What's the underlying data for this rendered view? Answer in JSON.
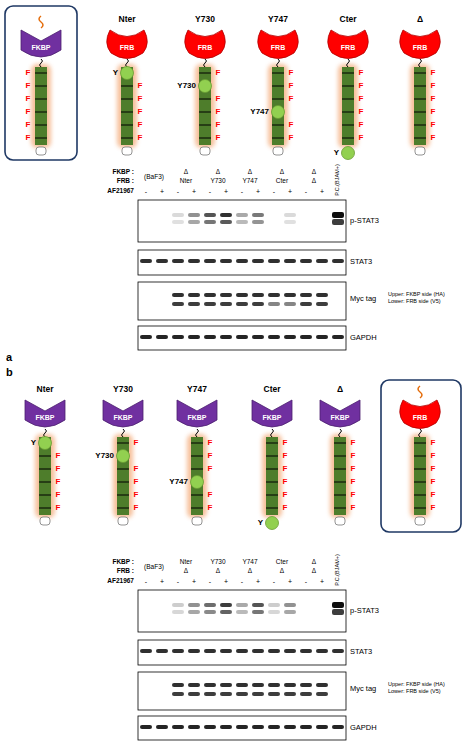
{
  "diagram": {
    "nodes": [
      {
        "text": [
          "FKBP"
        ]
      },
      {
        "text": [
          "FRB"
        ]
      },
      {
        "text": [
          "Y"
        ]
      },
      {
        "text": [
          "FRB"
        ]
      },
      {
        "text": [
          "Y730"
        ]
      },
      {
        "text": [
          "FRB"
        ]
      },
      {
        "text": [
          "Y747"
        ]
      },
      {
        "text": [
          "FRB"
        ]
      },
      {
        "text": [
          "Y"
        ]
      },
      {
        "text": [
          "FRB"
        ]
      },
      {
        "text": [
          "FKBP"
        ]
      },
      {
        "text": [
          "Y"
        ]
      },
      {
        "text": [
          "FKBP"
        ]
      },
      {
        "text": [
          "Y730"
        ]
      },
      {
        "text": [
          "FKBP"
        ]
      },
      {
        "text": [
          "Y747"
        ]
      },
      {
        "text": [
          "FKBP"
        ]
      },
      {
        "text": [
          "Y"
        ]
      },
      {
        "text": [
          "FKBP"
        ]
      },
      {
        "text": [
          "FRB"
        ]
      }
    ],
    "labels": [
      "a",
      "Nter",
      "Y730",
      "Y747",
      "Cter",
      "Δ",
      "F",
      "F",
      "F",
      "F",
      "F",
      "F",
      "F",
      "F",
      "F",
      "F",
      "F",
      "F",
      "F",
      "F",
      "F",
      "F",
      "F",
      "F",
      "F",
      "F",
      "F",
      "F",
      "F",
      "F",
      "F",
      "F",
      "F",
      "F",
      "F",
      "F",
      "F",
      "F",
      "F",
      "FKBP :",
      "FRB :",
      "(BaF3)",
      "Δ",
      "Δ",
      "Δ",
      "Δ",
      "Δ",
      "Nter",
      "Y730",
      "Y747",
      "Cter",
      "Δ",
      "AF21967",
      "-",
      "+",
      "-",
      "+",
      "-",
      "+",
      "-",
      "+",
      "-",
      "+",
      "-",
      "+",
      "P.C.(BJAM+)",
      "p-STAT3",
      "STAT3",
      "Myc tag",
      "Upper: FKBP side (HA)",
      "Lower: FRB side (V5)",
      "GAPDH",
      "b",
      "Nter",
      "Y730",
      "Y747",
      "Cter",
      "Δ",
      "F",
      "F",
      "F",
      "F",
      "F",
      "F",
      "F",
      "F",
      "F",
      "F",
      "F",
      "F",
      "F",
      "F",
      "F",
      "F",
      "F",
      "F",
      "F",
      "F",
      "F",
      "F",
      "F",
      "F",
      "F",
      "F",
      "F",
      "F",
      "F",
      "F",
      "F",
      "F",
      "F",
      "FKBP :",
      "FRB :",
      "(BaF3)",
      "Nter",
      "Y730",
      "Y747",
      "Cter",
      "Δ",
      "Δ",
      "Δ",
      "Δ",
      "Δ",
      "Δ",
      "AF21967",
      "-",
      "+",
      "-",
      "+",
      "-",
      "+",
      "-",
      "+",
      "-",
      "+",
      "-",
      "+",
      "P.C.(BJAM+)",
      "p-STAT3",
      "STAT3",
      "Myc tag",
      "Upper: FKBP side (HA)",
      "Lower: FRB side (V5)",
      "GAPDH"
    ]
  }
}
